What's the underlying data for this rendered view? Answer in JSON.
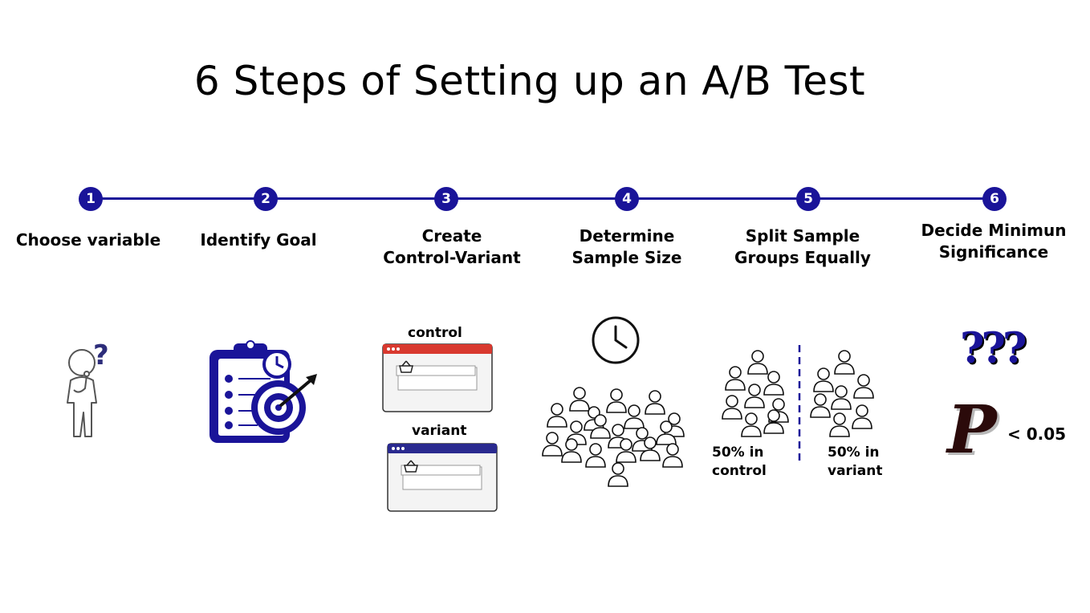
{
  "title": "6 Steps of Setting up an A/B Test",
  "colors": {
    "accent": "#1a1499",
    "browser_control_bar": "#d8392f",
    "browser_variant_bar": "#2a2a8f",
    "p_letter": "#2b0a0a"
  },
  "steps": [
    {
      "number": "1",
      "lines": [
        "Choose variable"
      ],
      "icon": "thinking-person-icon"
    },
    {
      "number": "2",
      "lines": [
        "Identify Goal"
      ],
      "icon": "clipboard-target-icon"
    },
    {
      "number": "3",
      "lines": [
        "Create",
        "Control-Variant"
      ],
      "icon": "browser-windows-icon"
    },
    {
      "number": "4",
      "lines": [
        "Determine",
        "Sample Size"
      ],
      "icon": "clock-crowd-icon"
    },
    {
      "number": "5",
      "lines": [
        "Split Sample",
        "Groups Equally"
      ],
      "icon": "split-groups-icon"
    },
    {
      "number": "6",
      "lines": [
        "Decide Minimun",
        "Significance"
      ],
      "icon": "p-value-icon"
    }
  ],
  "step3": {
    "control_label": "control",
    "variant_label": "variant"
  },
  "step5": {
    "left_line1": "50% in",
    "left_line2": "control",
    "right_line1": "50% in",
    "right_line2": "variant"
  },
  "step6": {
    "threshold": "< 0.05",
    "p_letter": "P",
    "question_marks": "???"
  }
}
